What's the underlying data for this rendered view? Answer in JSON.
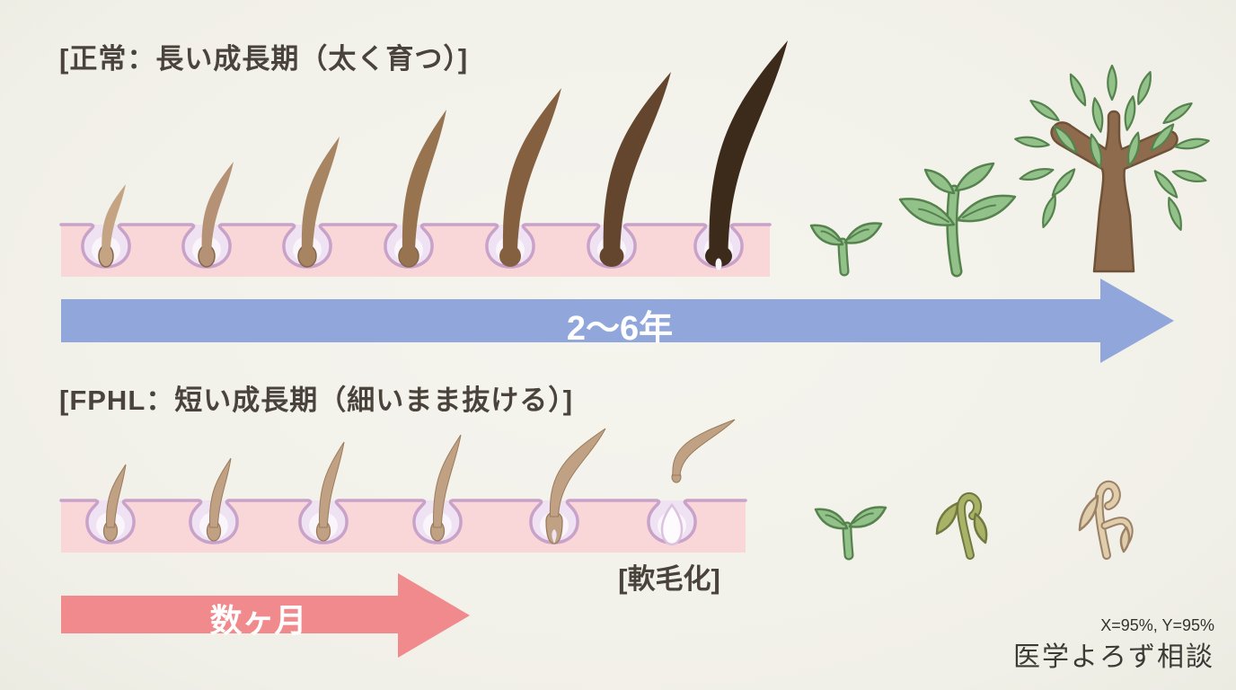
{
  "canvas": {
    "background": "#F2F1EA",
    "text_color": "#4A433C"
  },
  "normal_section": {
    "title": "[正常：長い成長期（太く育つ）]",
    "duration_arrow": {
      "label": "2〜6年",
      "color": "#91A7DC"
    },
    "skin": {
      "band_fill": "#F9D7D8",
      "edge_color": "#C9A2C9",
      "pocket_fill": "#EFE2F2",
      "pocket_inner": "#FAF4FB"
    },
    "hair_stage_colors": [
      "#C5A483",
      "#B59276",
      "#A78462",
      "#97744F",
      "#856040",
      "#64452E",
      "#3C2A1B"
    ],
    "hair_outline": "#84664A",
    "plants": [
      {
        "icon": "sprout-icon"
      },
      {
        "icon": "seedling-icon"
      },
      {
        "icon": "tree-icon"
      }
    ],
    "plant_colors": {
      "leaf_fill": "#92C18A",
      "leaf_stroke": "#55824D",
      "trunk_fill": "#8E6B4C",
      "trunk_stroke": "#6F5238"
    }
  },
  "fphl_section": {
    "title": "[FPHL：短い成長期（細いまま抜ける）]",
    "vellus_label": "[軟毛化]",
    "duration_arrow": {
      "label": "数ヶ月",
      "color": "#F08A8C"
    },
    "skin": {
      "band_fill": "#F9D7D8",
      "edge_color": "#C9A2C9",
      "pocket_fill": "#EFE2F2",
      "pocket_inner": "#FAF4FB",
      "empty_follicle_fill": "#FEFBFF",
      "empty_follicle_stroke": "#DCC2E0"
    },
    "hair_color": "#C1A183",
    "hair_outline": "#9A7C5D",
    "plants": [
      {
        "icon": "sprout-icon"
      },
      {
        "icon": "wilting-seedling-icon"
      },
      {
        "icon": "dried-plant-icon"
      }
    ],
    "plant_colors": {
      "healthy_fill": "#92C18A",
      "healthy_stroke": "#55824D",
      "wilt_fill": "#A9B267",
      "wilt_stroke": "#71793F",
      "dried_fill": "#E0CDAC",
      "dried_stroke": "#9B8165"
    }
  },
  "footer": {
    "coordinates": "X=95%, Y=95%",
    "brand": "医学よろず相談"
  }
}
